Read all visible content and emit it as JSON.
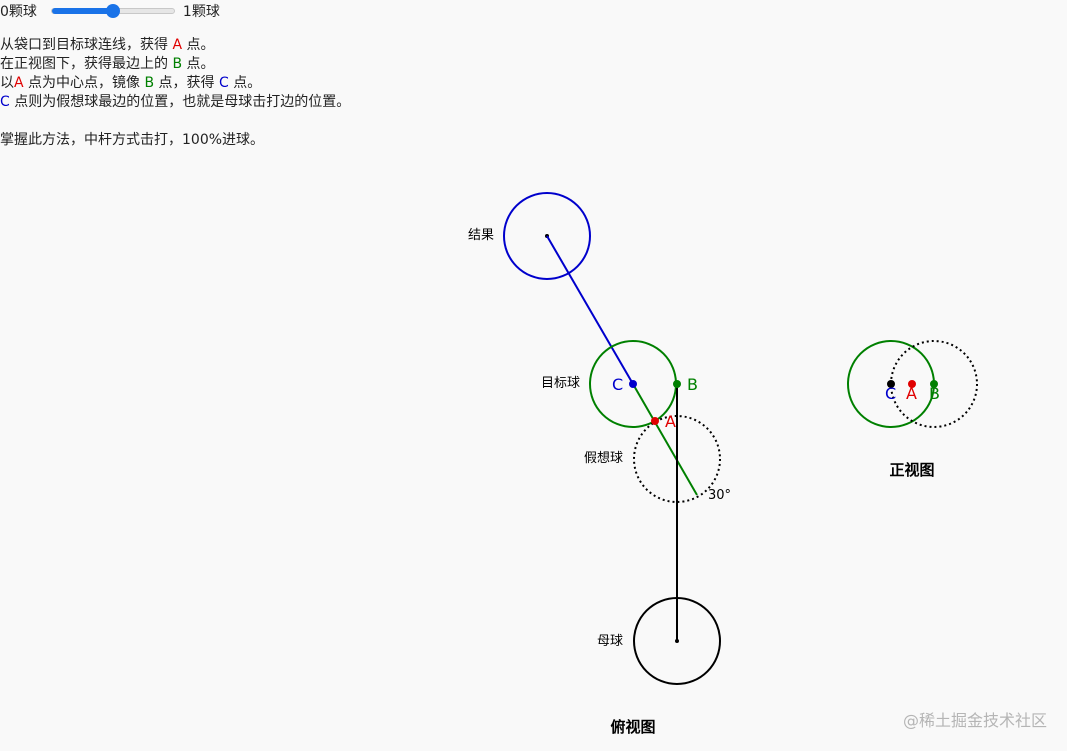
{
  "slider": {
    "min_label": "0颗球",
    "max_label": "1颗球",
    "value": 0.5
  },
  "instructions": {
    "line1": {
      "pre": "从袋口到目标球连线，获得 ",
      "point": "A",
      "post": " 点。"
    },
    "line2": {
      "pre": "在正视图下，获得最边上的 ",
      "point": "B",
      "post": " 点。"
    },
    "line3": {
      "pre": "以",
      "point1": "A",
      "mid1": " 点为中心点，镜像 ",
      "point2": "B",
      "mid2": " 点，获得 ",
      "point3": "C",
      "post": " 点。"
    },
    "line4": {
      "point": "C",
      "post": " 点则为假想球最边的位置，也就是母球击打边的位置。"
    },
    "tip": "掌握此方法，中杆方式击打，100%进球。"
  },
  "top_view": {
    "title": "俯视图",
    "result_label": "结果",
    "target_ball_label": "目标球",
    "ghost_ball_label": "假想球",
    "cue_ball_label": "母球",
    "angle_label": "30°",
    "point_a": "A",
    "point_b": "B",
    "point_c": "C"
  },
  "front_view": {
    "title": "正视图",
    "point_a": "A",
    "point_b": "B",
    "point_c": "C"
  },
  "colors": {
    "blue": "#0000cc",
    "green": "#008000",
    "red": "#e00000",
    "black": "#000000"
  },
  "watermark": "@稀土掘金技术社区"
}
